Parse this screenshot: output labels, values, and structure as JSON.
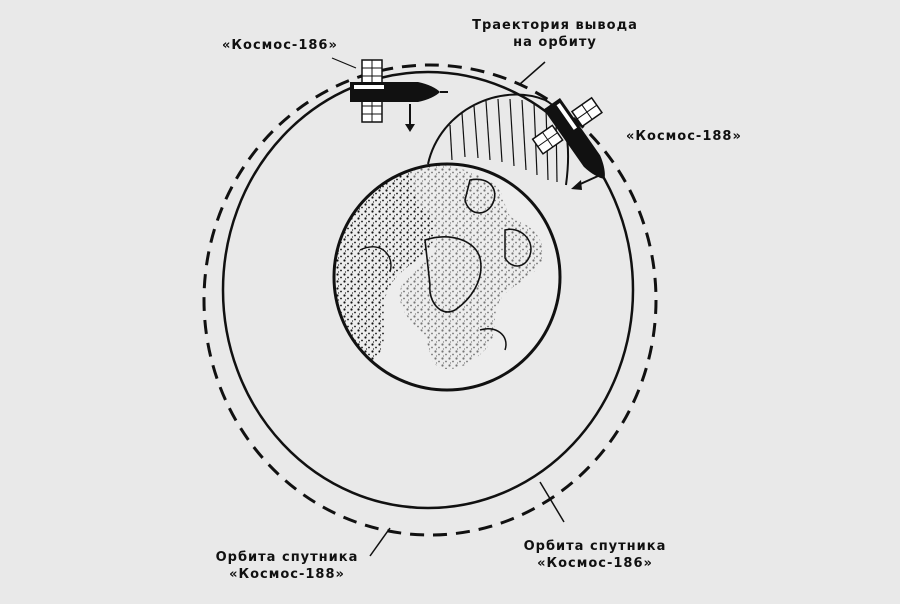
{
  "labels": {
    "kosmos186_top": "«Космос-186»",
    "kosmos188_right": "«Космос-188»",
    "trajectory_line1": "Траектория вывода",
    "trajectory_line2": "на орбиту",
    "orbit188_line1": "Орбита спутника",
    "orbit188_line2": "«Космос-188»",
    "orbit186_line1": "Орбита спутника",
    "orbit186_line2": "«Космос-186»"
  },
  "colors": {
    "background": "#e9e9e9",
    "ink": "#111111"
  }
}
